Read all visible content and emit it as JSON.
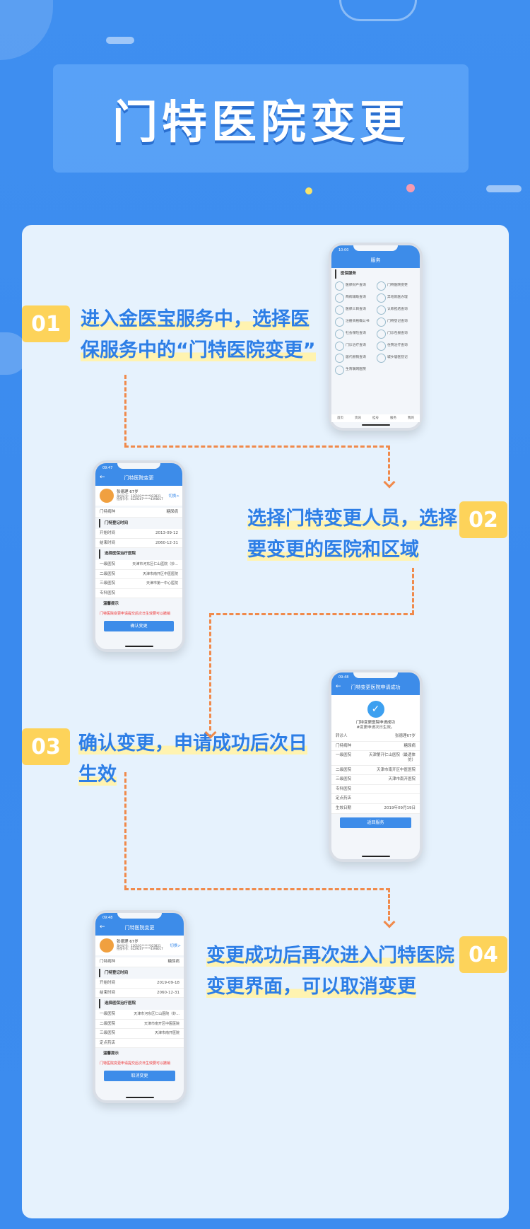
{
  "title": "门特医院变更",
  "steps": [
    {
      "num": "01",
      "text_line1": "进入金医宝服务中，选择医",
      "text_line2": "保服务中的“门特医院变更”"
    },
    {
      "num": "02",
      "text_line1": "选择门特变更人员，选择",
      "text_line2": "要变更的医院和区域"
    },
    {
      "num": "03",
      "text_line1": "确认变更，申请成功后次日",
      "text_line2": "生效"
    },
    {
      "num": "04",
      "text_line1": "变更成功后再次进入门特医院",
      "text_line2": "变更界面，可以取消变更"
    }
  ],
  "phone1": {
    "time": "10:00",
    "title": "服务",
    "section": "医保服务",
    "items": [
      {
        "name": "医保财产查询",
        "sub": ""
      },
      {
        "name": "门特医院变更",
        "sub": ""
      },
      {
        "name": "两病辅助查询",
        "sub": ""
      },
      {
        "name": "异地就医办理",
        "sub": ""
      },
      {
        "name": "医保三目查询",
        "sub": ""
      },
      {
        "name": "认筹担结查询",
        "sub": ""
      },
      {
        "name": "注册资格确认书",
        "sub": ""
      },
      {
        "name": "门特登记查询",
        "sub": ""
      },
      {
        "name": "社会保险查询",
        "sub": ""
      },
      {
        "name": "门诊包报查询",
        "sub": ""
      },
      {
        "name": "门诊治疗查询",
        "sub": ""
      },
      {
        "name": "住院治疗查询",
        "sub": ""
      },
      {
        "name": "居代报销查询",
        "sub": ""
      },
      {
        "name": "城乡居医登记",
        "sub": ""
      },
      {
        "name": "生育联网医院",
        "sub": ""
      }
    ],
    "tabs": [
      "首页",
      "资讯",
      "挂号",
      "服务",
      "我的"
    ]
  },
  "phone2": {
    "time": "09:47",
    "title": "门特医院变更",
    "person": "张德理 67岁",
    "id1": "身份证号：120101******023821",
    "id2": "社保卡号：6229207*****4398017",
    "switch": "切换>",
    "disease_label": "门特病种",
    "disease": "糖尿病",
    "reg_section": "门特登记时间",
    "start_label": "开始时间",
    "start": "2013-09-12",
    "end_label": "结束时间",
    "end": "2060-12-31",
    "hosp_section": "选择医保治疗医院",
    "hospitals": [
      {
        "level": "一级医院",
        "name": "天津市河东区仁山医院（妙..."
      },
      {
        "level": "二级医院",
        "name": "天津市南开区中医医院"
      },
      {
        "level": "三级医院",
        "name": "天津市第一中心医院"
      },
      {
        "level": "专科医院",
        "name": ""
      }
    ],
    "notice_title": "温馨提示",
    "notice": "门特医院变更申请提交后次日生效要可以撤销",
    "button": "确认变更"
  },
  "phone3": {
    "time": "09:48",
    "title": "门特变更医院申请成功",
    "success": "门特变更医院申请成功",
    "sub": "#变更申请次日生效。",
    "rows": [
      {
        "k": "转诊人",
        "v": "张德理67岁"
      },
      {
        "k": "门特病种",
        "v": "糖尿病"
      },
      {
        "k": "一级医院",
        "v": "天津第开仁山医院（最遗体仿）"
      },
      {
        "k": "二级医院",
        "v": "天津市南开区中医医院"
      },
      {
        "k": "三级医院",
        "v": "天津市南开医院"
      },
      {
        "k": "专科医院",
        "v": ""
      },
      {
        "k": "定点药店",
        "v": ""
      },
      {
        "k": "生效日期",
        "v": "2019年09月19日"
      }
    ],
    "button": "返回服务"
  },
  "phone4": {
    "time": "09:48",
    "title": "门特医院变更",
    "person": "张德理 67岁",
    "id1": "身份证号：120101******023821",
    "id2": "社保卡号：6229207*****4398017",
    "switch": "切换>",
    "disease_label": "门特病种",
    "disease": "糖尿病",
    "reg_section": "门特登记时间",
    "start_label": "开始时间",
    "start": "2019-09-18",
    "end_label": "结束时间",
    "end": "2060-12-31",
    "hosp_section": "选择医保治疗医院",
    "hospitals": [
      {
        "level": "一级医院",
        "name": "天津市河东区仁山医院（妙..."
      },
      {
        "level": "二级医院",
        "name": "天津市南开区中医医院"
      },
      {
        "level": "三级医院",
        "name": "天津市南开医院"
      },
      {
        "level": "定点药店",
        "name": ""
      }
    ],
    "notice_title": "温馨提示",
    "notice": "门特医院变更申请提交后次日生效要可以撤销",
    "button": "取消变更"
  },
  "colors": {
    "background": "#3e8def",
    "card": "#e6f2fd",
    "accent": "#2d7ee6",
    "badge": "#fdd35a",
    "dash": "#f08a4b"
  }
}
